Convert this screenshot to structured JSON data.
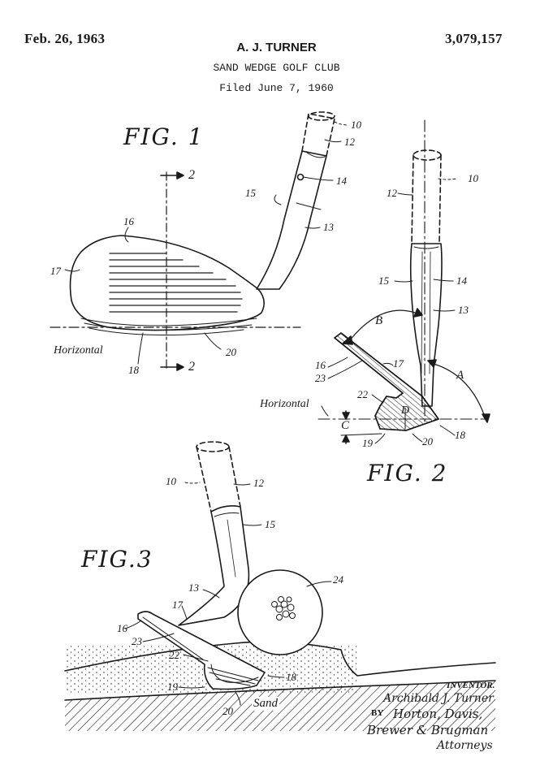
{
  "header": {
    "date": "Feb. 26, 1963",
    "patent_number": "3,079,157",
    "inventor_name": "A. J. TURNER",
    "title": "SAND WEDGE GOLF CLUB",
    "filed": "Filed June 7, 1960"
  },
  "figures": {
    "fig1": "FIG. 1",
    "fig2": "FIG. 2",
    "fig3": "FIG.3"
  },
  "fig1_labels": {
    "ref_10": "10",
    "ref_12": "12",
    "ref_14": "14",
    "ref_15": "15",
    "ref_13": "13",
    "ref_16": "16",
    "ref_17": "17",
    "ref_18": "18",
    "ref_20": "20",
    "section_top": "2",
    "section_bottom": "2",
    "horizontal": "Horizontal"
  },
  "fig2_labels": {
    "ref_10": "10",
    "ref_12": "12",
    "ref_15": "15",
    "ref_14": "14",
    "ref_13": "13",
    "angle_b": "B",
    "ref_16": "16",
    "ref_23": "23",
    "ref_17": "17",
    "angle_a": "A",
    "ref_22": "22",
    "horizontal": "Horizontal",
    "dim_c": "C",
    "dim_d": "D",
    "ref_19": "19",
    "ref_20": "20",
    "ref_18": "18"
  },
  "fig3_labels": {
    "ref_10": "10",
    "ref_12": "12",
    "ref_15": "15",
    "ref_13": "13",
    "ref_24": "24",
    "ref_17": "17",
    "ref_16": "16",
    "ref_23": "23",
    "ref_22": "22",
    "ref_18": "18",
    "ref_19": "19",
    "ref_20": "20",
    "sand": "Sand"
  },
  "signature": {
    "inventor_heading": "INVENTOR.",
    "inventor_signature": "Archibald J. Turner",
    "by": "BY",
    "attorneys_line1": "Horton, Davis,",
    "attorneys_line2": "Brewer & Brugman",
    "attorneys_line3": "Attorneys"
  },
  "colors": {
    "ink": "#1a1a1a",
    "paper": "#ffffff"
  }
}
